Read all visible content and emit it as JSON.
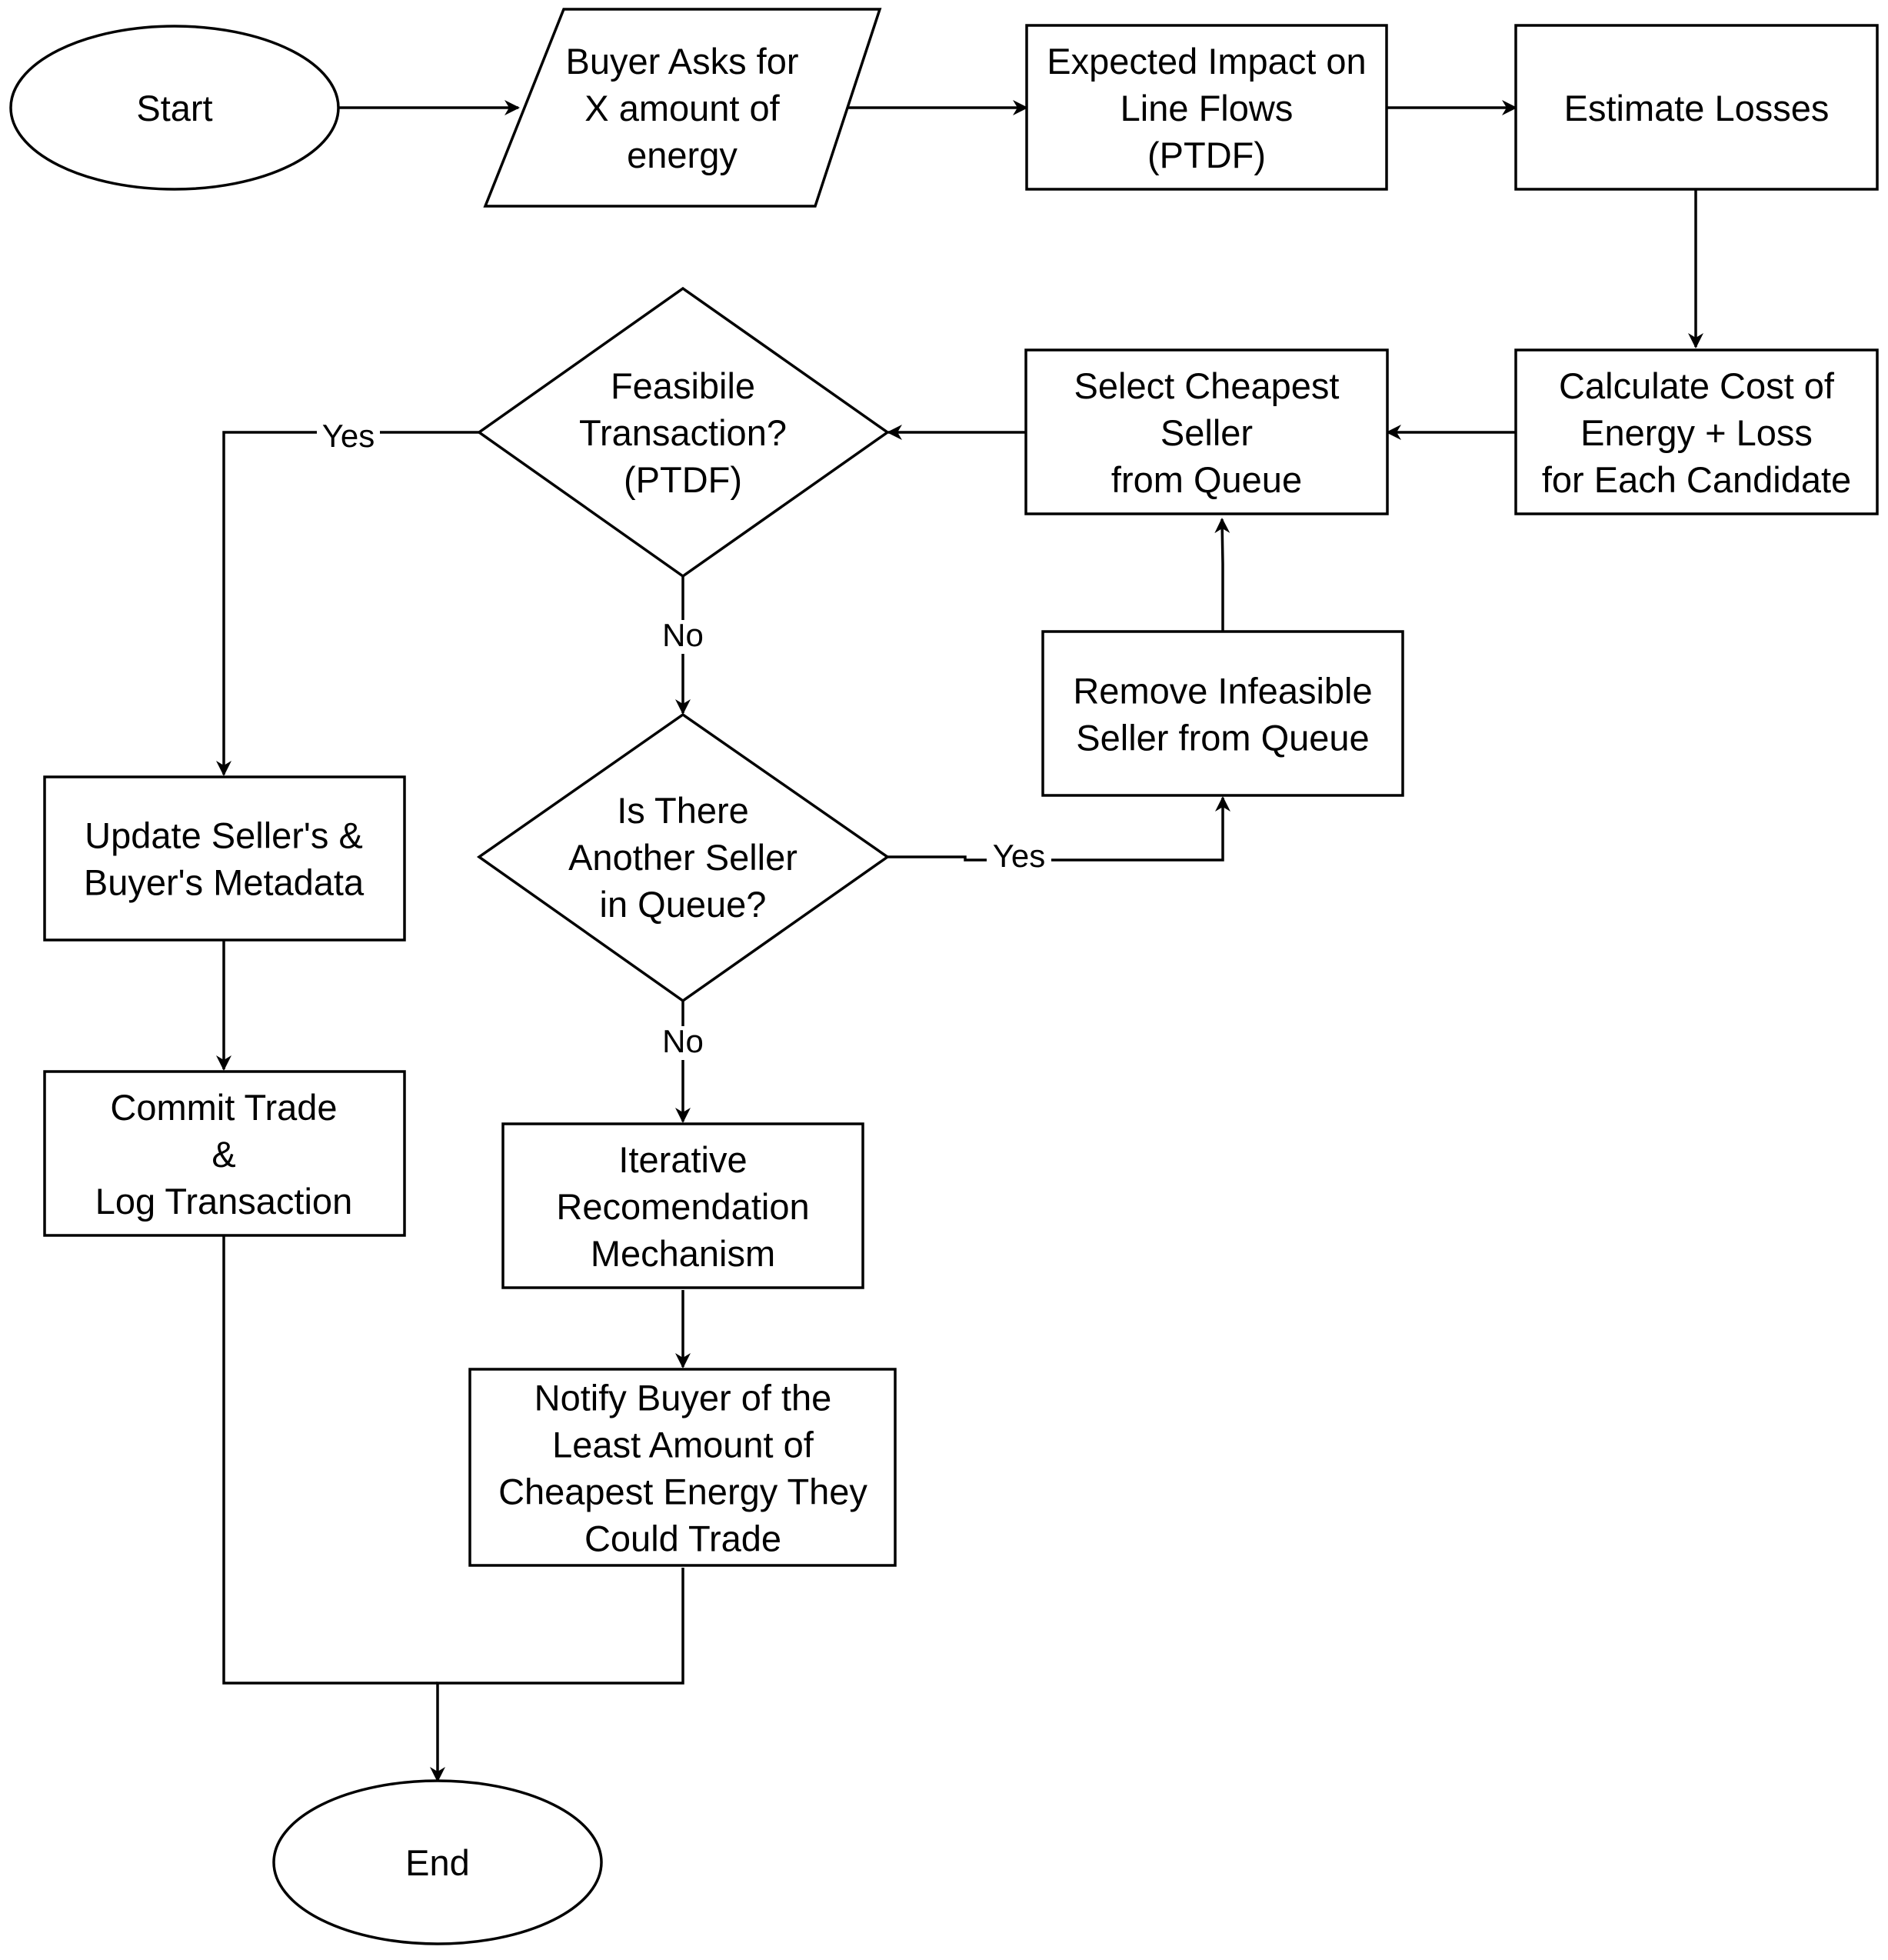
{
  "nodes": {
    "start": {
      "lines": [
        "Start"
      ]
    },
    "buyer_asks": {
      "lines": [
        "Buyer Asks for",
        "X amount of",
        "energy"
      ]
    },
    "expected_impact": {
      "lines": [
        "Expected Impact on",
        "Line Flows",
        "(PTDF)"
      ]
    },
    "estimate_losses": {
      "lines": [
        "Estimate Losses"
      ]
    },
    "calculate_cost": {
      "lines": [
        "Calculate Cost of",
        "Energy + Loss",
        "for Each Candidate"
      ]
    },
    "select_cheapest": {
      "lines": [
        "Select Cheapest",
        "Seller",
        "from Queue"
      ]
    },
    "feasible": {
      "lines": [
        "Feasibile",
        "Transaction?",
        "(PTDF)"
      ]
    },
    "another_seller": {
      "lines": [
        "Is There",
        "Another Seller",
        "in Queue?"
      ]
    },
    "remove_infeasible": {
      "lines": [
        "Remove Infeasible",
        "Seller from Queue"
      ]
    },
    "update_metadata": {
      "lines": [
        "Update Seller's &",
        "Buyer's Metadata"
      ]
    },
    "commit_trade": {
      "lines": [
        "Commit Trade",
        "&",
        "Log Transaction"
      ]
    },
    "iterative": {
      "lines": [
        "Iterative",
        "Recomendation",
        "Mechanism"
      ]
    },
    "notify_buyer": {
      "lines": [
        "Notify Buyer of the",
        "Least Amount of",
        "Cheapest Energy They",
        "Could Trade"
      ]
    },
    "end": {
      "lines": [
        "End"
      ]
    }
  },
  "edge_labels": {
    "feasible_yes": "Yes",
    "feasible_no": "No",
    "another_yes": "Yes",
    "another_no": "No"
  }
}
